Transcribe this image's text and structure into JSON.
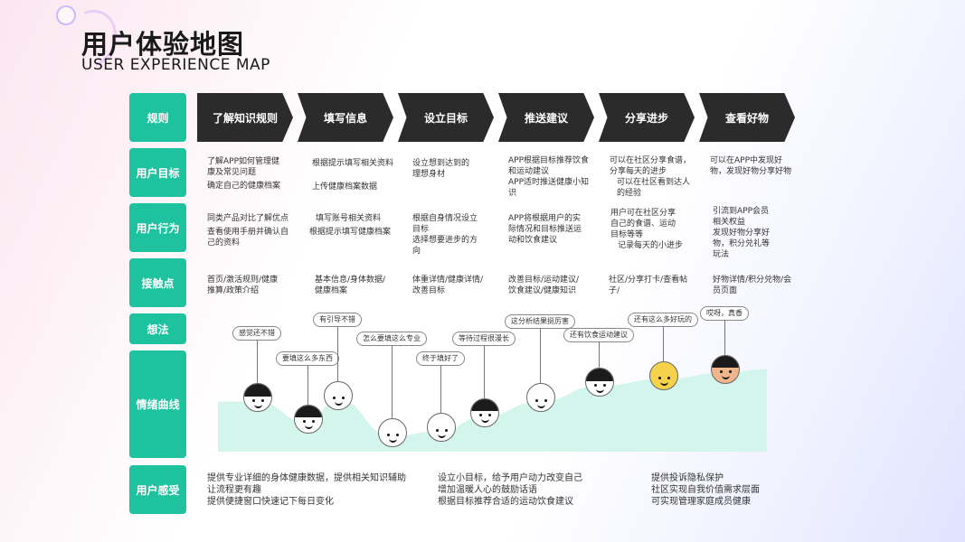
{
  "header": {
    "title_cn": "用户体验地图",
    "title_en": "USER EXPERIENCE MAP"
  },
  "row_labels": [
    "规则",
    "用户目标",
    "用户行为",
    "接触点",
    "想法",
    "情绪曲线",
    "用户感受"
  ],
  "stages": [
    "了解知识规则",
    "填写信息",
    "设立目标",
    "推送建议",
    "分享进步",
    "查看好物"
  ],
  "goals": [
    [
      "了解APP如何管理健康及常见问题",
      "确定自己的健康档案"
    ],
    [
      "根据提示填写相关资料",
      "上传健康档案数据"
    ],
    [
      "设立想到达到的理想身材"
    ],
    [
      "APP根据目标推荐饮食和运动建议",
      "APP适时推送健康小知识"
    ],
    [
      "可以在社区分享食谱，分享每天的进步",
      "可以在社区看到达人的经验"
    ],
    [
      "可以在APP中发现好物，发现好物分享好物"
    ]
  ],
  "behaviors": [
    [
      "同类产品对比了解优点",
      "查看使用手册并确认自己的资料"
    ],
    [
      "填写账号相关资料",
      "根据提示填写健康档案"
    ],
    [
      "根据自身情况设立目标",
      "选择想要进步的方向"
    ],
    [
      "APP将根据用户的实际情况和目标推送运动和饮食建议"
    ],
    [
      "用户可在社区分享自己的食谱、运动目标等等",
      "记录每天的小进步"
    ],
    [
      "引流到APP会员相关权益",
      "发现好物分享好物，积分兑礼等玩法"
    ]
  ],
  "touchpoints": [
    "首页/激活规则/健康推算/政策介绍",
    "基本信息/身体数据/健康档案",
    "体重详情/健康详情/改善目标",
    "改善目标/运动建议/饮食建议/健康知识",
    "社区/分享打卡/查看帖子/",
    "好物详情/积分兑物/会员页面"
  ],
  "thoughts": [
    "感觉还不错",
    "要填这么多东西",
    "有引导不错",
    "怎么要填这么专业",
    "终于填好了",
    "等待过程很漫长",
    "这分析结果挺厉害",
    "还有饮食运动建议",
    "还有这么多好玩的",
    "哎呀，真香"
  ],
  "emotion_levels": [
    0.62,
    0.38,
    0.65,
    0.22,
    0.28,
    0.45,
    0.62,
    0.8,
    0.88,
    0.95
  ],
  "feelings": [
    [
      "提供专业详细的身体健康数据，提供相关知识辅助",
      "让流程更有趣",
      "提供便捷窗口快速记下每日变化"
    ],
    [
      "设立小目标，给予用户动力改变自己",
      "增加温暖人心的鼓励话语",
      "根据目标推荐合适的运动饮食建议"
    ],
    [
      "提供投诉隐私保护",
      "社区实现自我价值需求层面",
      "可实现管理家庭成员健康"
    ]
  ],
  "colors": {
    "accent": "#1fc29f",
    "stage_bg": "#2b2b2b",
    "curve_fill": "#d4f5ec"
  }
}
